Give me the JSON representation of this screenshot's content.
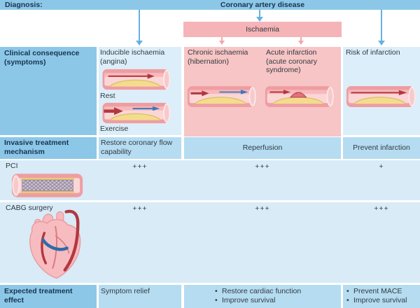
{
  "title_band": {
    "diagnosis_label": "Diagnosis:",
    "disease": "Coronary artery disease"
  },
  "ischaemia_label": "Ischaemia",
  "row_headers": {
    "clinical": "Clinical consequence (symptoms)",
    "invasive": "Invasive treatment mechanism",
    "pci": "PCI",
    "cabg": "CABG surgery",
    "effect": "Expected treatment effect"
  },
  "clinical": {
    "inducible_title": "Inducible ischaemia (angina)",
    "rest_label": "Rest",
    "exercise_label": "Exercise",
    "chronic_title": "Chronic ischaemia (hibernation)",
    "acute_title": "Acute infarction (acute coronary syndrome)",
    "risk_title": "Risk of infarction"
  },
  "invasive": {
    "col1": "Restore coronary flow capability",
    "mid": "Reperfusion",
    "col4": "Prevent infarction"
  },
  "scores": {
    "pci": {
      "col1": "+++",
      "mid": "+++",
      "col4": "+"
    },
    "cabg": {
      "col1": "+++",
      "mid": "+++",
      "col4": "+++"
    }
  },
  "effects": {
    "col1": "Symptom relief",
    "mid": [
      "Restore cardiac function",
      "Improve survival"
    ],
    "col4": [
      "Prevent MACE",
      "Improve survival"
    ]
  },
  "illustrations": {
    "artery_rest": "artery-with-plaque-normal-flow-rest",
    "artery_exercise": "artery-with-plaque-restricted-flow-exercise",
    "artery_chronic": "artery-with-large-plaque-reduced-flow",
    "artery_acute": "artery-with-plaque-and-thrombus",
    "artery_risk": "artery-with-plaque-preserved-flow",
    "stent": "stented-artery-pci",
    "heart": "heart-with-bypass-grafts-cabg"
  },
  "colors": {
    "header_blue": "#8cc7e8",
    "cell_light_blue": "#dceef9",
    "cell_mid_blue": "#b5dcf1",
    "row_light_blue": "#d8ebf7",
    "pink_block": "#f7c5c5",
    "pink_box": "#f5b4b7",
    "blue_arrow": "#64b2e2",
    "pink_arrow": "#f2a6aa",
    "navy_text": "#18344f",
    "body_text": "#333a41",
    "red_flow_arrow": "#b2383f",
    "blue_flow_arrow": "#3879bc",
    "plaque_yellow": "#f3dc8e"
  }
}
